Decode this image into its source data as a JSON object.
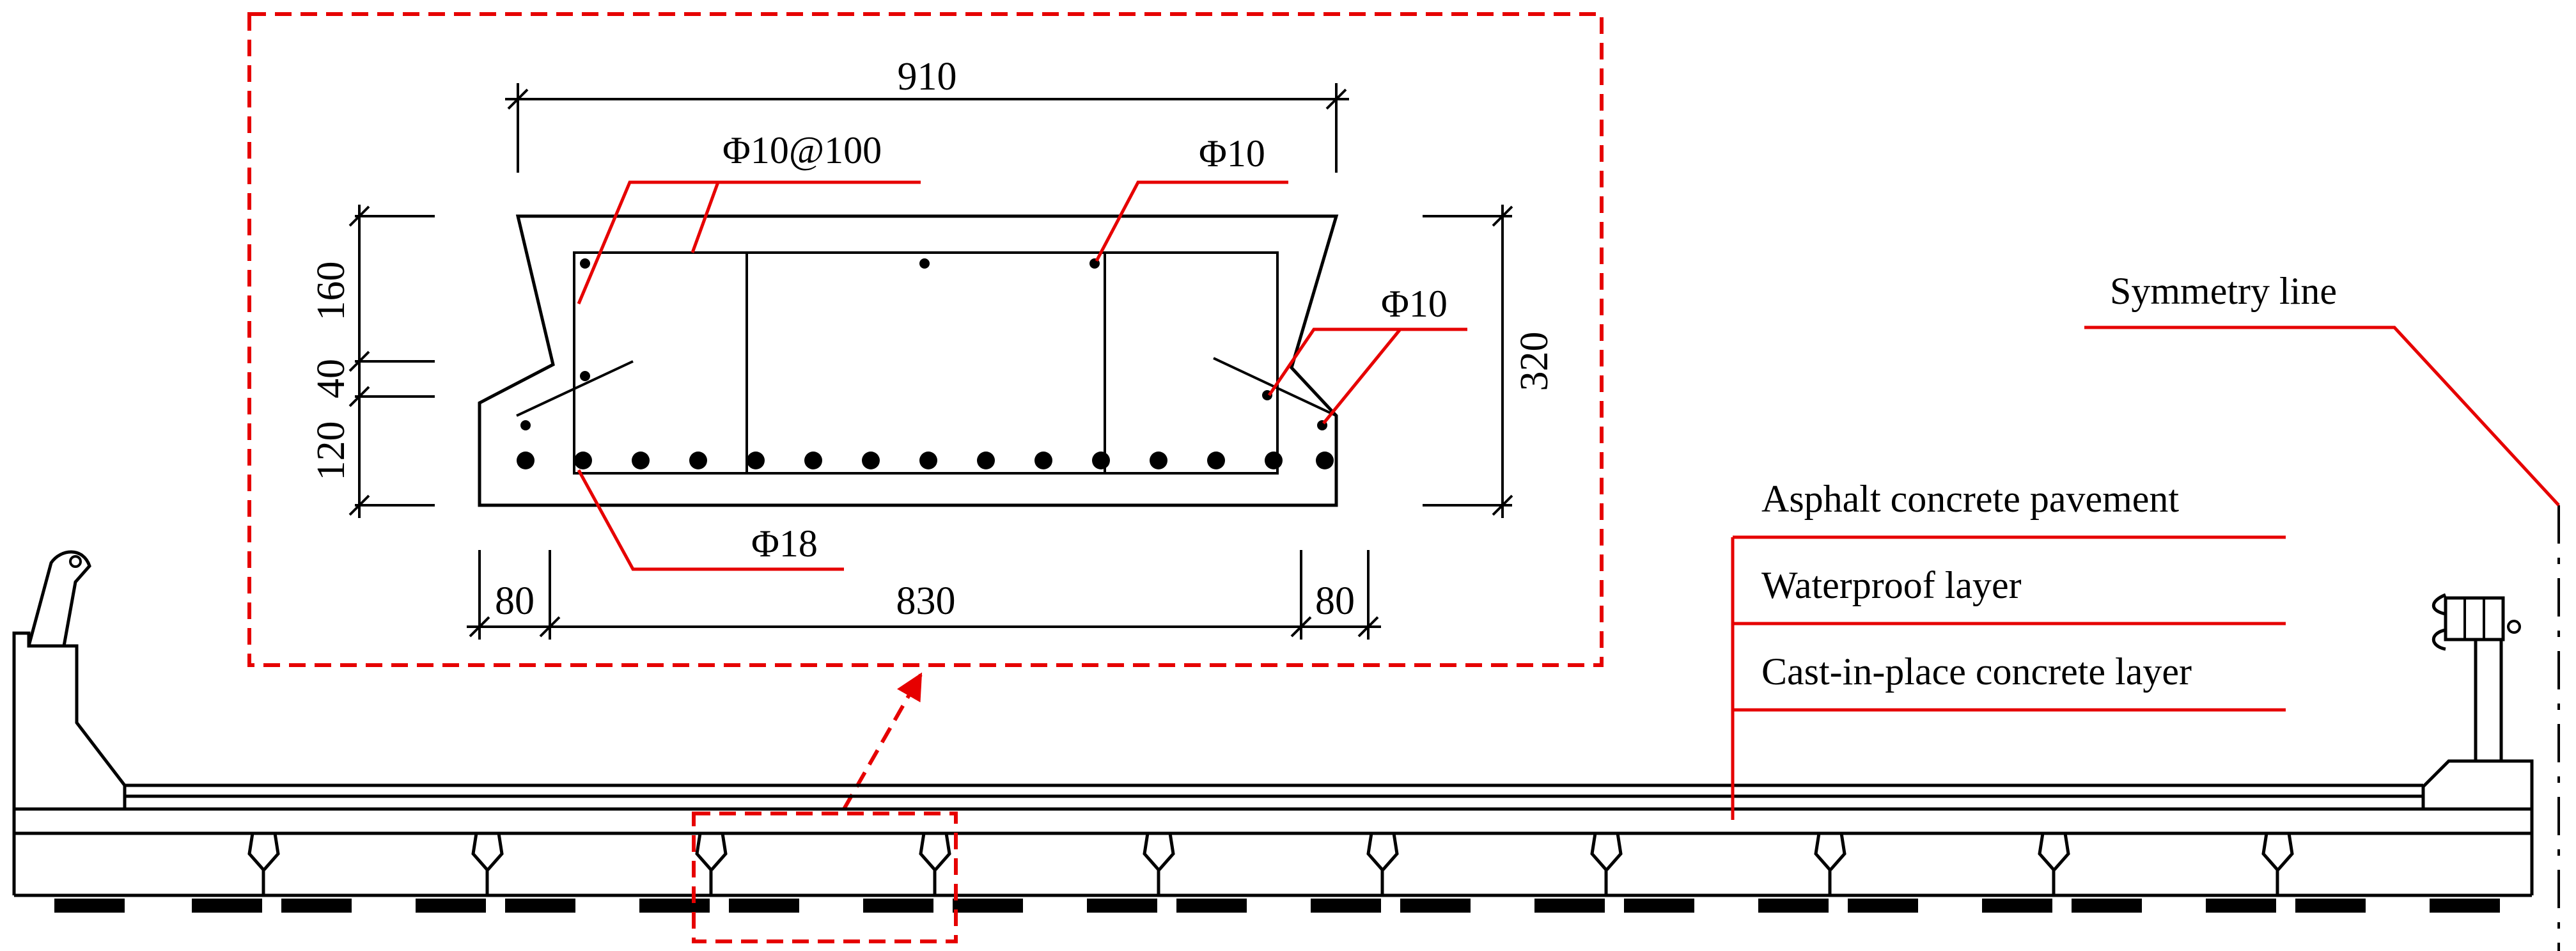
{
  "detail": {
    "dimensions": {
      "top_width": "910",
      "bottom_width": "830",
      "left_offset": "80",
      "right_offset": "80",
      "height_top": "160",
      "height_mid": "40",
      "height_bottom": "120",
      "total_height": "320"
    },
    "rebar_labels": {
      "stirrup": "Φ10@100",
      "top_bar": "Φ10",
      "side_bar": "Φ10",
      "bottom_bar": "Φ18"
    }
  },
  "labels": {
    "symmetry_line": "Symmetry line",
    "layers": [
      "Asphalt concrete pavement",
      "Waterproof layer",
      "Cast-in-place concrete layer"
    ]
  },
  "colors": {
    "callout_red": "#e60000",
    "line_black": "#000000"
  }
}
